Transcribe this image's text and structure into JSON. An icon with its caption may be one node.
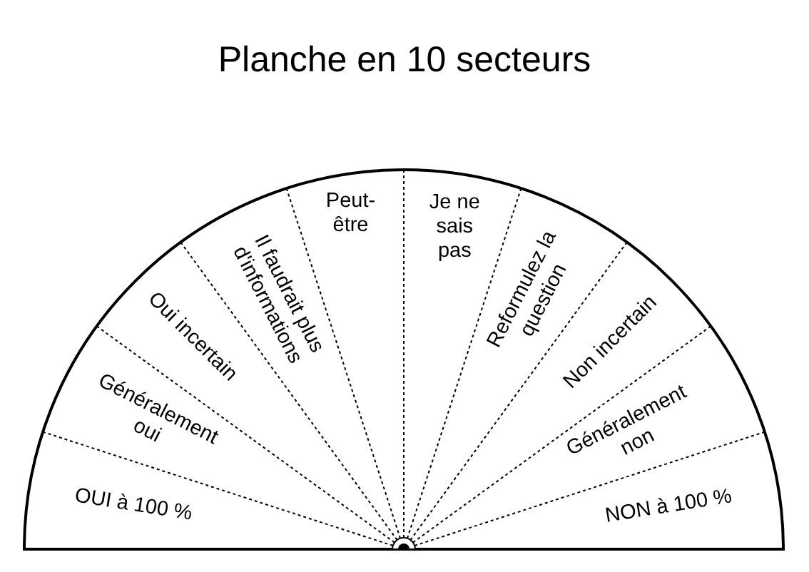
{
  "diagram": {
    "title": "Planche en 10 secteurs",
    "nodes": [
      {
        "text": [
          "OUI à 100 %"
        ]
      },
      {
        "text": [
          "Généralement oui"
        ]
      },
      {
        "text": [
          "Oui incertain"
        ]
      },
      {
        "text": [
          "Il faudrait plus d'informations"
        ]
      },
      {
        "text": [
          "Peut-être"
        ]
      },
      {
        "text": [
          "Je ne sais pas"
        ]
      },
      {
        "text": [
          "Reformulez la question"
        ]
      },
      {
        "text": [
          "Non incertain"
        ]
      },
      {
        "text": [
          "Généralement non"
        ]
      },
      {
        "text": [
          "NON à 100 %"
        ]
      }
    ],
    "edges": []
  }
}
